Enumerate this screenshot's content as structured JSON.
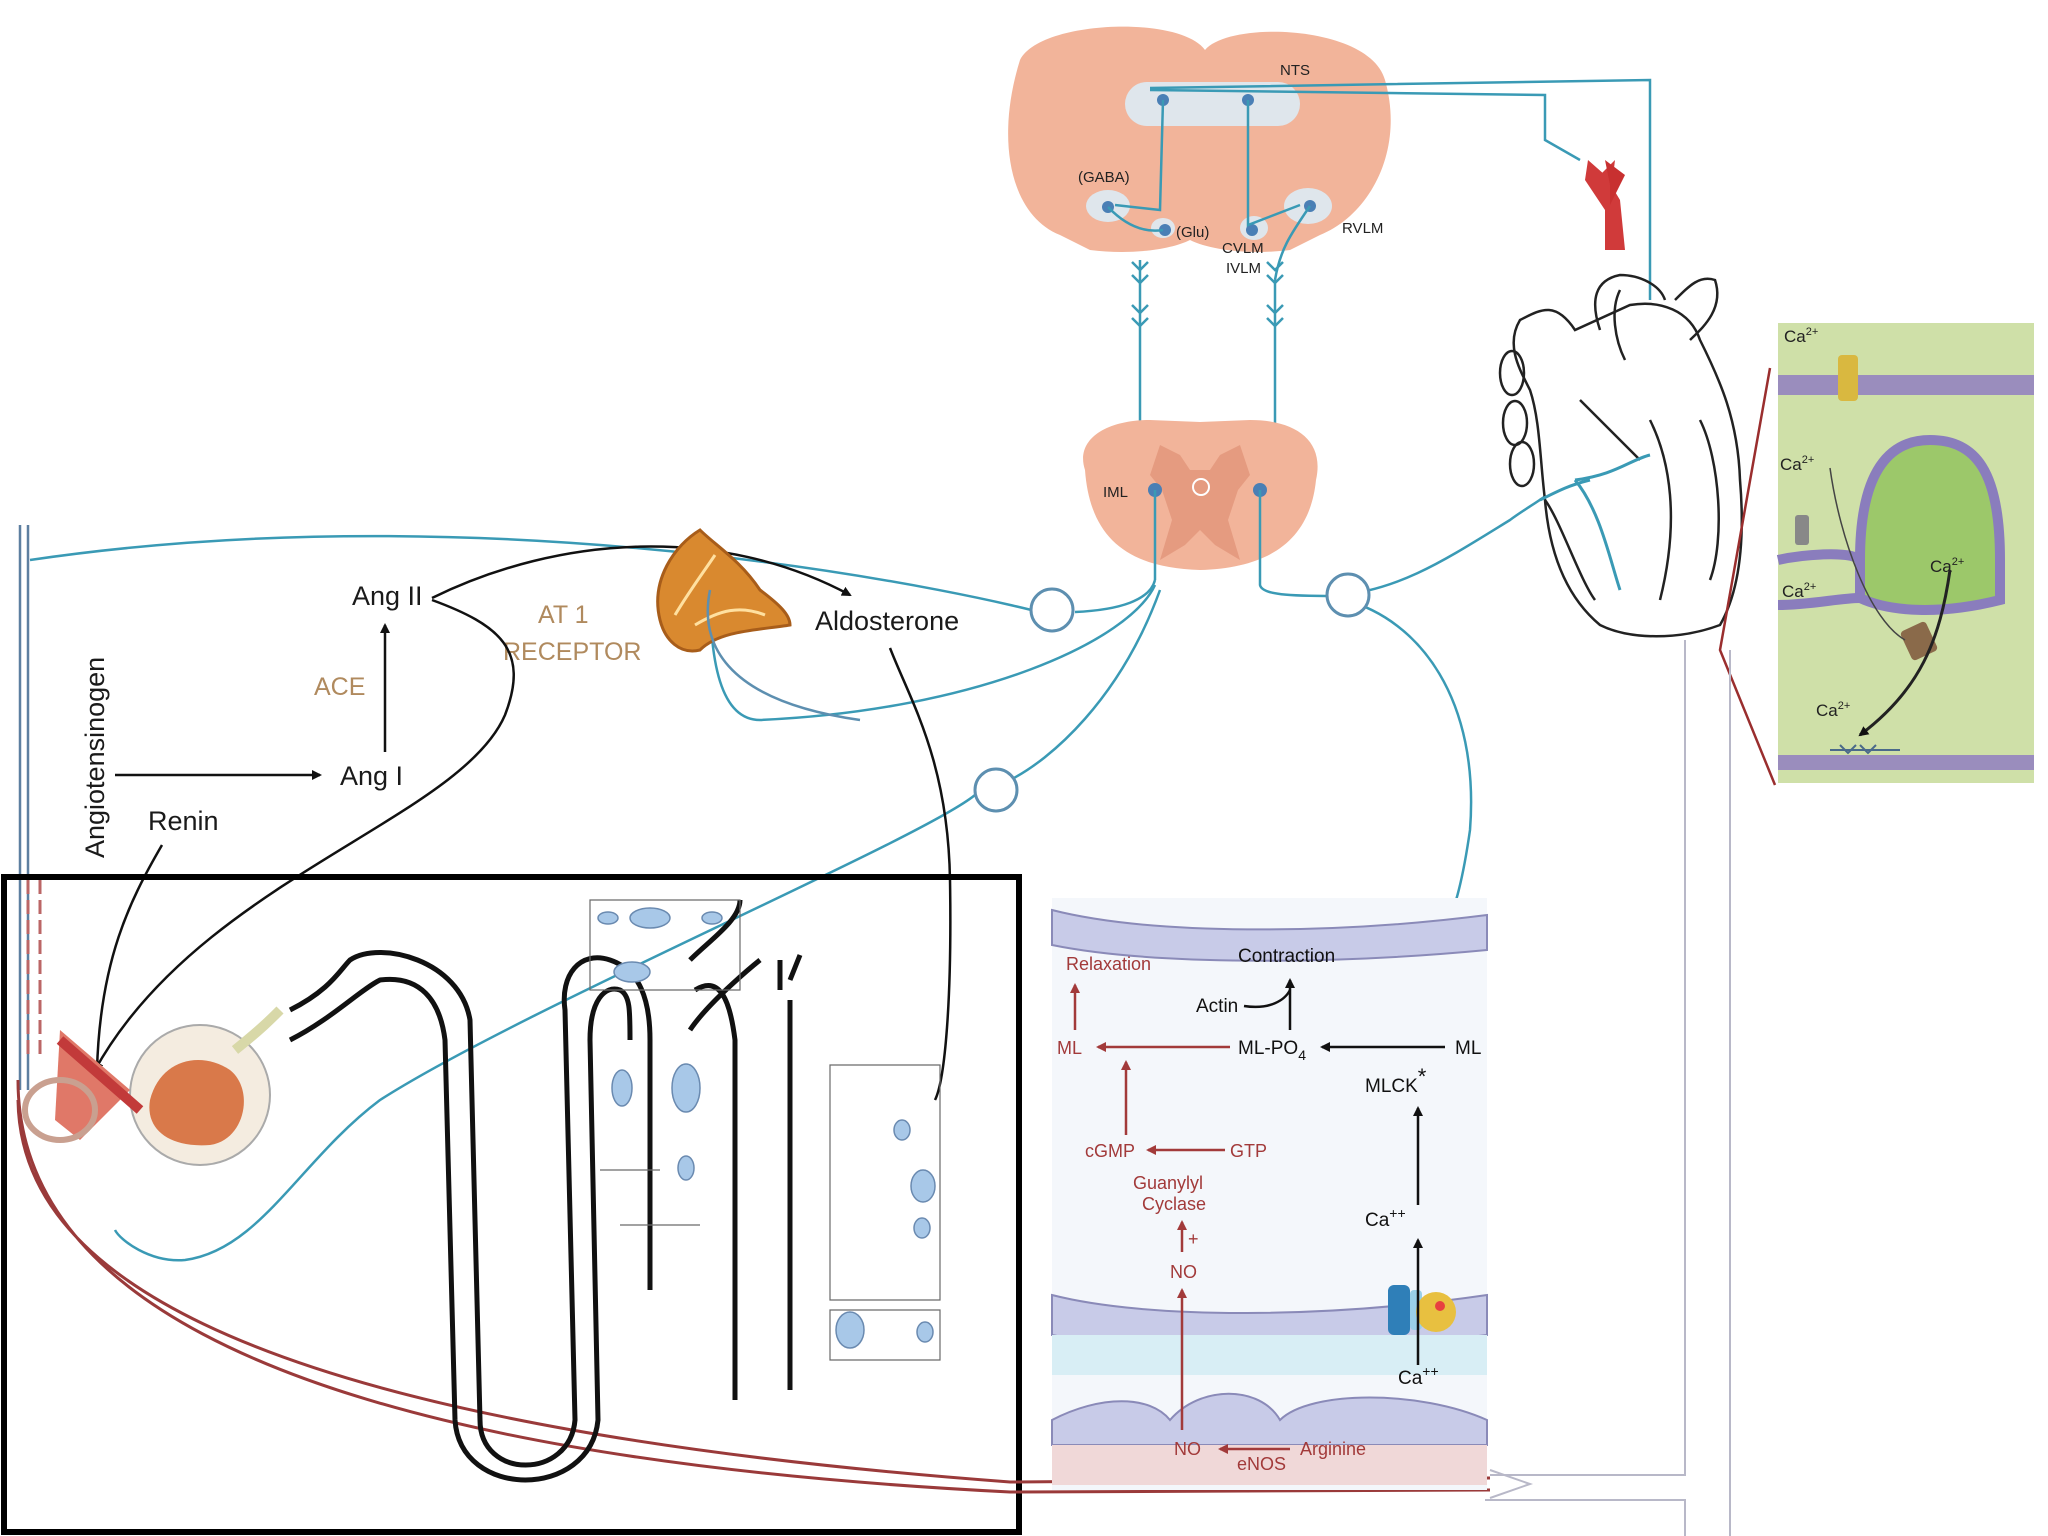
{
  "brainstem": {
    "nts": "NTS",
    "gaba": "(GABA)",
    "glu": "(Glu)",
    "cvlm": "CVLM",
    "ivlm": "IVLM",
    "rvlm": "RVLM"
  },
  "spinal_cord": {
    "iml": "IML"
  },
  "raas": {
    "angiotensinogen": "Angiotensinogen",
    "renin": "Renin",
    "ang_one": "Ang I",
    "ang_two": "Ang II",
    "ace": "ACE",
    "at1_line1": "AT 1",
    "at1_line2": "RECEPTOR",
    "aldosterone": "Aldosterone"
  },
  "smooth_muscle": {
    "relaxation": "Relaxation",
    "contraction": "Contraction",
    "actin": "Actin",
    "ml_left": "ML",
    "ml_po4": "ML-PO",
    "ml_po4_sub": "4",
    "ml_right": "ML",
    "mlck": "MLCK",
    "mlck_star": "*",
    "cgmp": "cGMP",
    "gtp": "GTP",
    "guanylyl": "Guanylyl",
    "cyclase": "Cyclase",
    "plus": "+",
    "no_mid": "NO",
    "ca_top": "Ca",
    "ca_top_sup": "++",
    "ca_bottom": "Ca",
    "ca_bottom_sup": "++",
    "no_bottom": "NO",
    "arginine": "Arginine",
    "enos": "eNOS"
  },
  "cardiac_cell": {
    "ca1": "Ca",
    "ca2": "Ca",
    "ca3": "Ca",
    "ca4": "Ca",
    "ca5": "Ca",
    "sup": "2+"
  },
  "colors": {
    "nerve": "#3a9ab5",
    "brain_tissue": "#f2b49a",
    "artery": "#9a3a3a",
    "box": "#000000",
    "pathway_red": "#a23a3a",
    "cell_green": "#9cc86a"
  }
}
